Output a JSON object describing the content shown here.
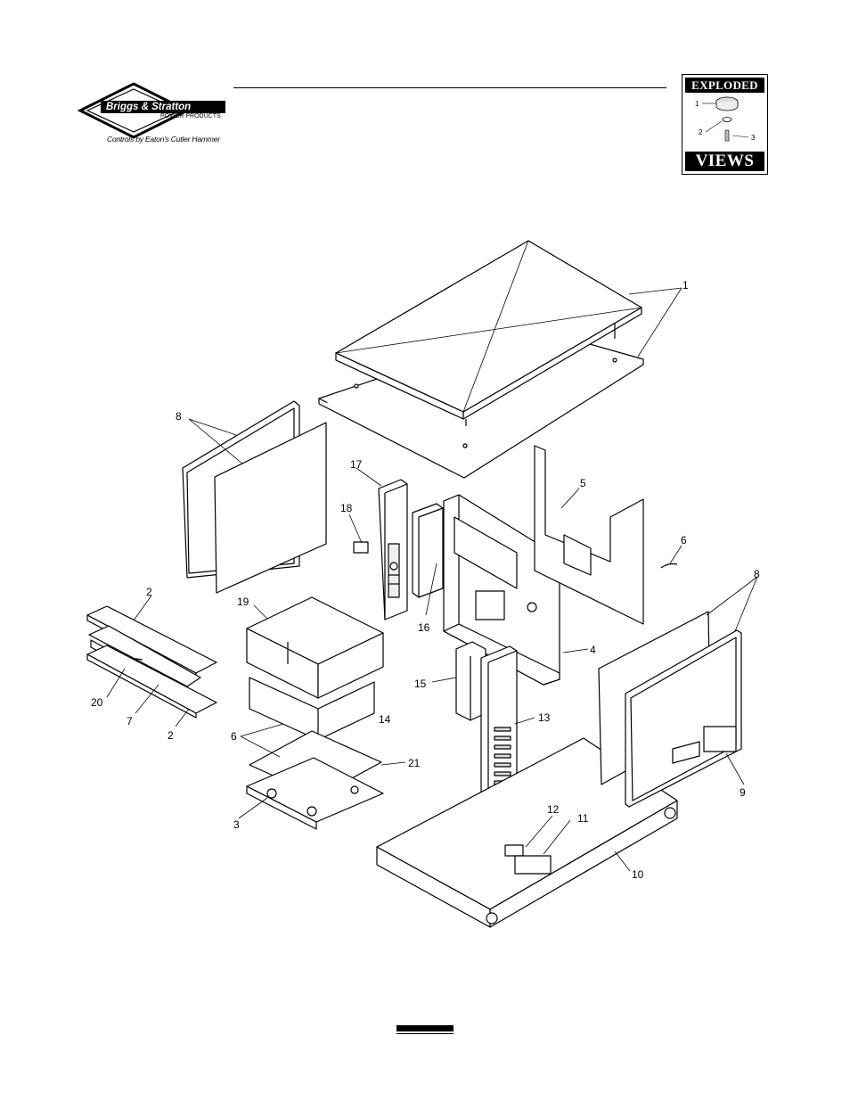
{
  "header": {
    "brand_name": "Briggs & Stratton",
    "brand_sub": "POWER PRODUCTS",
    "tagline": "Controls by Eaton's Cutler Hammer"
  },
  "badge": {
    "top_label": "EXPLODED",
    "bottom_label": "VIEWS",
    "callouts": [
      "1",
      "2",
      "3"
    ]
  },
  "diagram": {
    "callouts": [
      "1",
      "2",
      "3",
      "4",
      "5",
      "6",
      "7",
      "8",
      "9",
      "10",
      "11",
      "12",
      "13",
      "14",
      "15",
      "16",
      "17",
      "18",
      "19",
      "20",
      "21",
      "8",
      "2",
      "6",
      "8"
    ]
  }
}
